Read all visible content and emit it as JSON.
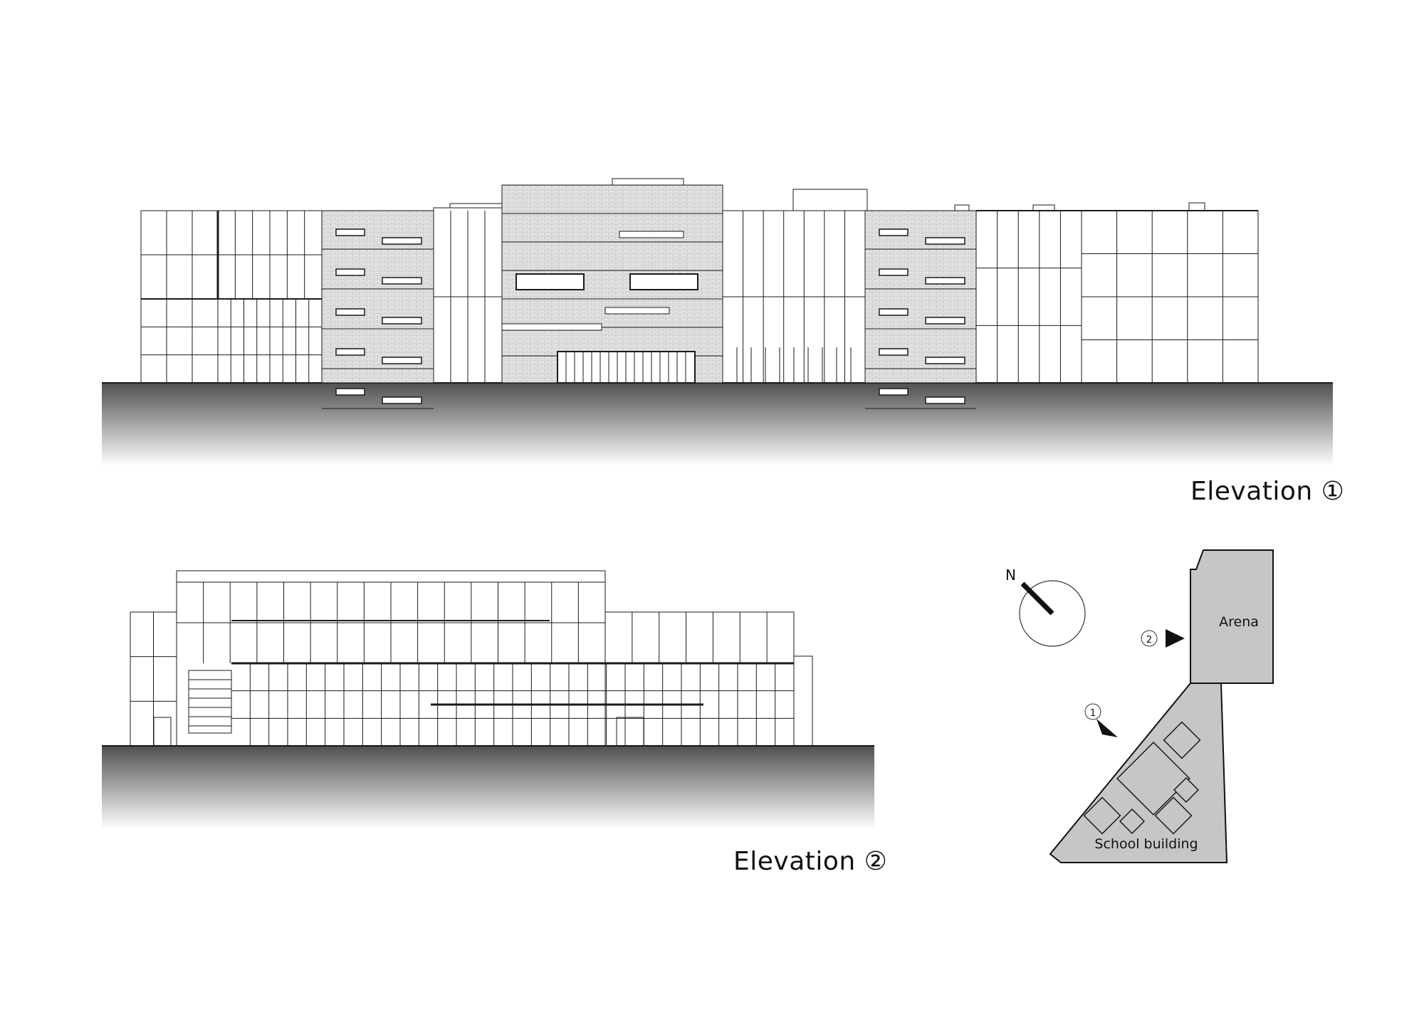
{
  "elevation_1": {
    "caption": "Elevation ①"
  },
  "elevation_2": {
    "caption": "Elevation ②"
  },
  "site_plan": {
    "north_label": "N",
    "arena_label": "Arena",
    "school_label": "School building",
    "marker_1": "1",
    "marker_2": "2"
  },
  "colors": {
    "line": "#1a1a1a",
    "brick": "#d9d9d9",
    "ground_top": "#555555",
    "site_fill": "#c6c6c6"
  }
}
